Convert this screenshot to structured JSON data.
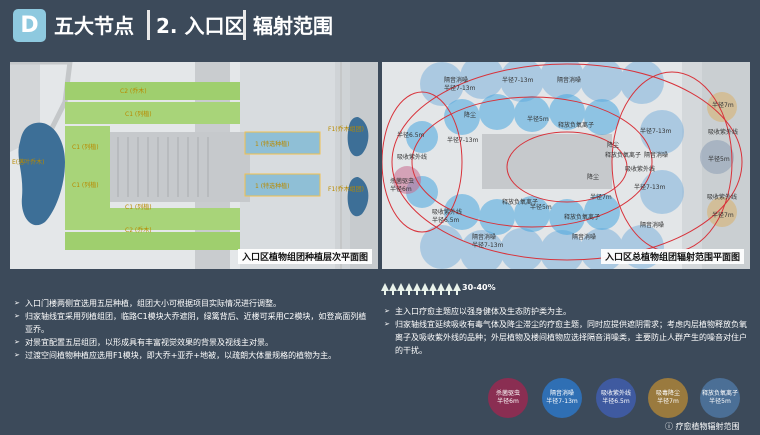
{
  "header": {
    "badge": "D",
    "section": "五大节点",
    "sub": "2. 入口区",
    "topic": "辐射范围"
  },
  "left_plan": {
    "caption": "入口区植物组团种植层次平面图",
    "labels": {
      "c2_top": "C2 (乔木)",
      "c1_top": "C1 (列植)",
      "c1_a": "C1 (列植)",
      "c1_b": "C1 (列植)",
      "c1_c": "C1 (列植)",
      "c2_bot": "C2 (乔木)",
      "f1_left": "E(落叶乔木)",
      "f1_mid_top": "1 (特选种植)",
      "f1_mid_bot": "1 (特选种植)",
      "f1_right_top": "F1(乔木组团)",
      "f1_right_bot": "F1(乔木组团)"
    }
  },
  "right_plan": {
    "caption": "入口区总植物组团辐射范围平面图",
    "labels": {
      "a": "隔音消噪",
      "b": "半径7-13m",
      "c": "半径7-13m",
      "d": "隔音消噪",
      "e": "降尘",
      "f": "半径5m",
      "g": "释放负氧离子",
      "h": "半径6.5m",
      "i": "吸收紫外线",
      "j": "杀菌驱虫",
      "k": "半径6m",
      "l": "半径7-13m",
      "m": "吸收紫外线",
      "n": "半径6.5m",
      "o": "隔音消噪",
      "p": "半径7-13m",
      "q": "释放负氧离子",
      "r": "半径5m",
      "s": "半径7m",
      "t": "释放负氧离子",
      "u": "降尘",
      "v": "隔音消噪",
      "w": "吸收紫外线",
      "x": "半径7-13m",
      "y": "隔音消噪",
      "z": "降尘",
      "aa": "释放负氧离子",
      "bb": "隔音消噪",
      "cc": "半径7m",
      "dd": "吸收紫外线",
      "ee": "吸收紫外线",
      "ff": "半径7-13m",
      "gg": "半径7m",
      "hh": "半径5m"
    }
  },
  "tree_percent": "30-40%",
  "left_bullets": [
    "入口门楼两侧宜选用五层种植，组团大小可根据项目实际情况进行调整。",
    "归家轴线宜采用列植组团，临路C1模块大乔遮阴，绿篱背后、近楼可采用C2模块，如登高面列植亚乔。",
    "对景宜配置五层组团，以形成具有丰富视觉效果的背景及视线主对景。",
    "过渡空间植物种植应选用F1模块，即大乔+亚乔+地被，以疏朗大体量规格的植物为主。"
  ],
  "right_bullets": [
    "主入口疗愈主题应以强身健体及生态防护类为主。",
    "归家轴线宜延续吸收有毒气体及降尘滞尘的疗愈主题，同时应提供遮阴需求；考虑内层植物释放负氧离子及吸收紫外线的品种；外层植物及楼间植物应选择隔音消噪类，主要防止人群产生的噪音对住户的干扰。"
  ],
  "legend": [
    {
      "name": "杀菌驱虫",
      "radius": "半径6m",
      "color": "#8a2e52"
    },
    {
      "name": "隔音消噪",
      "radius": "半径7-13m",
      "color": "#2f6fb4"
    },
    {
      "name": "吸收紫外线",
      "radius": "半径6.5m",
      "color": "#3f5aa0"
    },
    {
      "name": "吸毒降尘",
      "radius": "半径7m",
      "color": "#9a7a3e"
    },
    {
      "name": "释放负氧离子",
      "radius": "半径5m",
      "color": "#4b6f96"
    }
  ],
  "footer": "疗愈植物辐射范围"
}
